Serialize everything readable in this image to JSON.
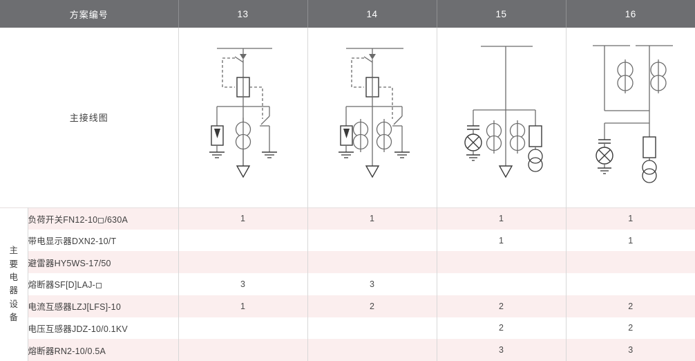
{
  "header": {
    "label": "方案编号",
    "schemes": [
      "13",
      "14",
      "15",
      "16"
    ]
  },
  "diagram_row": {
    "label": "主接线图"
  },
  "category": {
    "label": "主要电器设备",
    "chars": [
      "主",
      "要",
      "电",
      "器",
      "设",
      "备"
    ]
  },
  "equipment": [
    {
      "name_pre": "负荷开关FN12-10",
      "name_post": "/630A",
      "has_square": true,
      "values": [
        "1",
        "1",
        "1",
        "1"
      ]
    },
    {
      "name_pre": "带电显示器DXN2-10/T",
      "name_post": "",
      "has_square": false,
      "values": [
        "",
        "",
        "1",
        "1"
      ]
    },
    {
      "name_pre": "避雷器HY5WS-17/50",
      "name_post": "",
      "has_square": false,
      "values": [
        "",
        "",
        "",
        ""
      ]
    },
    {
      "name_pre": "熔断器SF[D]LAJ-",
      "name_post": "",
      "has_square": true,
      "values": [
        "3",
        "3",
        "",
        ""
      ]
    },
    {
      "name_pre": "电流互感器LZJ[LFS]-10",
      "name_post": "",
      "has_square": false,
      "values": [
        "1",
        "2",
        "2",
        "2"
      ]
    },
    {
      "name_pre": "电压互感器JDZ-10/0.1KV",
      "name_post": "",
      "has_square": false,
      "values": [
        "",
        "",
        "2",
        "2"
      ]
    },
    {
      "name_pre": "熔断器RN2-10/0.5A",
      "name_post": "",
      "has_square": false,
      "values": [
        "",
        "",
        "3",
        "3"
      ]
    }
  ],
  "colors": {
    "header_bg": "#6d6e71",
    "row_alt_bg": "#fbeeee",
    "grid_line": "#d8d8d8",
    "schematic_stroke": "#6b6b6b",
    "text": "#3f3f3f"
  },
  "schematics": {
    "13": {
      "elements": [
        "busbar",
        "disconnect-arrow",
        "dashed-interlock",
        "load-switch",
        "fuse-box",
        "arrester",
        "current-transformer-pair",
        "earth-switch",
        "ground",
        "cable-arrow"
      ]
    },
    "14": {
      "elements": [
        "busbar",
        "disconnect-arrow",
        "dashed-interlock",
        "load-switch",
        "fuse-box",
        "arrester",
        "current-transformer-pair",
        "current-transformer-pair",
        "earth-switch",
        "ground",
        "cable-arrow"
      ]
    },
    "15": {
      "elements": [
        "busbar",
        "live-display-indicator",
        "current-transformer-pair",
        "current-transformer-pair",
        "fuse-box",
        "voltage-transformer",
        "cable-arrow"
      ]
    },
    "16": {
      "elements": [
        "busbar-split",
        "current-transformer-pair",
        "current-transformer-pair",
        "live-display-indicator",
        "fuse-box",
        "voltage-transformer"
      ]
    }
  }
}
